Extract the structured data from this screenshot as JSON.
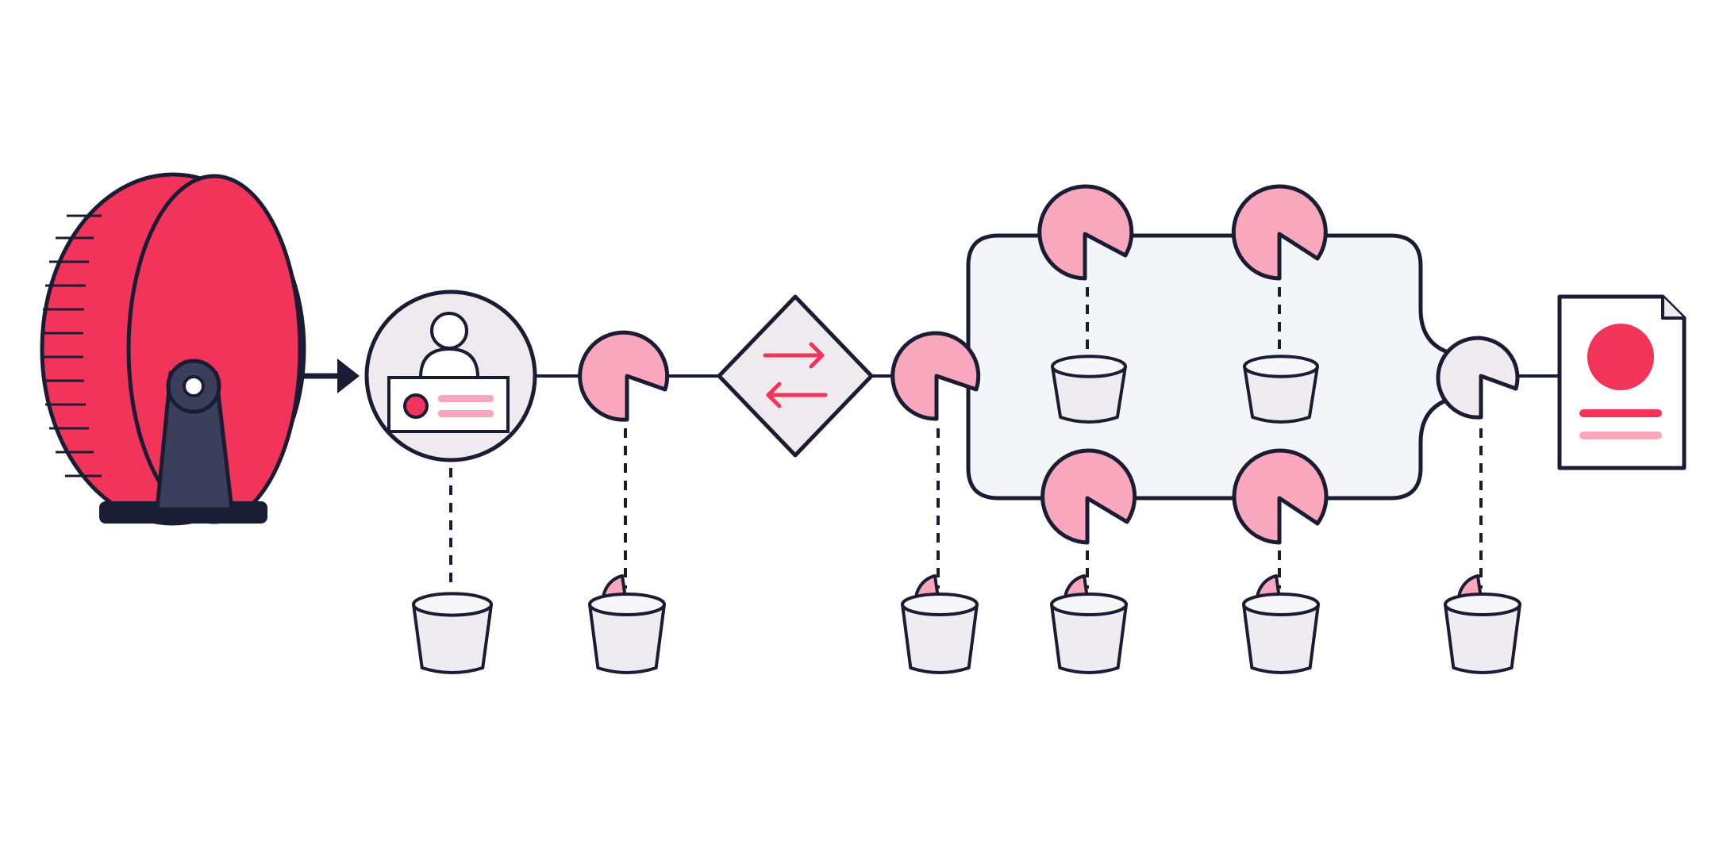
{
  "colors": {
    "ink": "#1a1c33",
    "wheel_red": "#f2335a",
    "pink": "#f9a7bd",
    "pink_light": "#fbb8c9",
    "panel_bg": "#f4f5f9",
    "bucket_fill": "#eeecf0",
    "node_grey": "#eeeaee",
    "stand": "#3b3f5c",
    "doc_red": "#f2335a",
    "doc_pink": "#f9a7bd"
  },
  "diagram": {
    "pipeline_steps": [
      {
        "kind": "hamster-wheel",
        "icon": "hamster-wheel-icon"
      },
      {
        "kind": "user-profile-node",
        "icon": "user-card-icon"
      },
      {
        "kind": "pie-node",
        "icon": "pie-slice-icon"
      },
      {
        "kind": "exchange-diamond",
        "icon": "swap-arrows-icon"
      },
      {
        "kind": "pie-node",
        "icon": "pie-slice-icon"
      },
      {
        "kind": "parallel-group",
        "icon": "group-panel-icon"
      },
      {
        "kind": "pie-node-muted",
        "icon": "pie-slice-icon"
      },
      {
        "kind": "document-output",
        "icon": "document-icon"
      }
    ],
    "parallel_pies": 4,
    "buckets": 8
  }
}
